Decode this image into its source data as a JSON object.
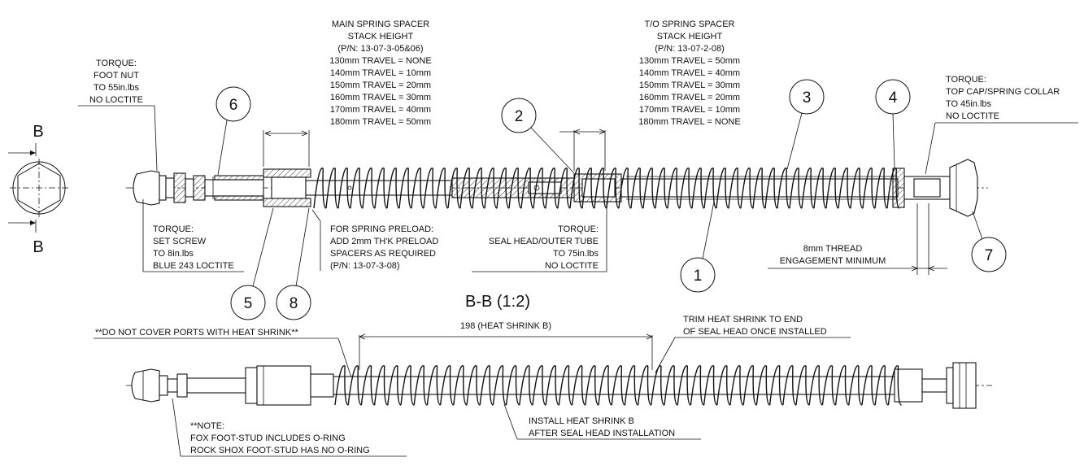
{
  "section_label": "B",
  "view_title": "B-B (1:2)",
  "balloons": [
    "1",
    "2",
    "3",
    "4",
    "5",
    "6",
    "7",
    "8"
  ],
  "notes": {
    "torque_foot_nut": [
      "TORQUE:",
      "FOOT NUT",
      "TO 55in.lbs",
      "NO LOCTITE"
    ],
    "main_spacer": [
      "MAIN SPRING SPACER",
      "STACK HEIGHT",
      "(P/N: 13-07-3-05&06)",
      "130mm TRAVEL = NONE",
      "140mm TRAVEL = 10mm",
      "150mm TRAVEL = 20mm",
      "160mm TRAVEL = 30mm",
      "170mm TRAVEL = 40mm",
      "180mm TRAVEL = 50mm"
    ],
    "to_spacer": [
      "T/O SPRING SPACER",
      "STACK HEIGHT",
      "(P/N: 13-07-2-08)",
      "130mm TRAVEL = 50mm",
      "140mm TRAVEL = 40mm",
      "150mm TRAVEL = 30mm",
      "160mm TRAVEL = 20mm",
      "170mm TRAVEL = 10mm",
      "180mm TRAVEL = NONE"
    ],
    "torque_top_cap": [
      "TORQUE:",
      "TOP CAP/SPRING COLLAR",
      "TO 45in.lbs",
      "NO LOCTITE"
    ],
    "torque_set_screw": [
      "TORQUE:",
      "SET SCREW",
      "TO 8in.lbs",
      "BLUE 243 LOCTITE"
    ],
    "preload": [
      "FOR SPRING PRELOAD:",
      "ADD 2mm TH'K PRELOAD",
      "SPACERS AS REQUIRED",
      "(P/N: 13-07-3-08)"
    ],
    "torque_seal_head": [
      "TORQUE:",
      "SEAL HEAD/OUTER TUBE",
      "TO 75in.lbs",
      "NO LOCTITE"
    ],
    "thread": [
      "8mm THREAD",
      "ENGAGEMENT MINIMUM"
    ],
    "no_cover_ports": "**DO NOT COVER PORTS WITH HEAT SHRINK**",
    "heat_shrink_dim": "198 (HEAT SHRINK B)",
    "trim_heat_shrink": [
      "TRIM HEAT SHRINK TO END",
      "OF SEAL HEAD ONCE INSTALLED"
    ],
    "install_heat_shrink": [
      "INSTALL HEAT SHRINK B",
      "AFTER SEAL HEAD INSTALLATION"
    ],
    "foot_stud_note": [
      "**NOTE:",
      "FOX FOOT-STUD INCLUDES O-RING",
      "ROCK SHOX FOOT-STUD HAS NO O-RING"
    ]
  },
  "colors": {
    "line": "#111111",
    "background": "#ffffff"
  }
}
